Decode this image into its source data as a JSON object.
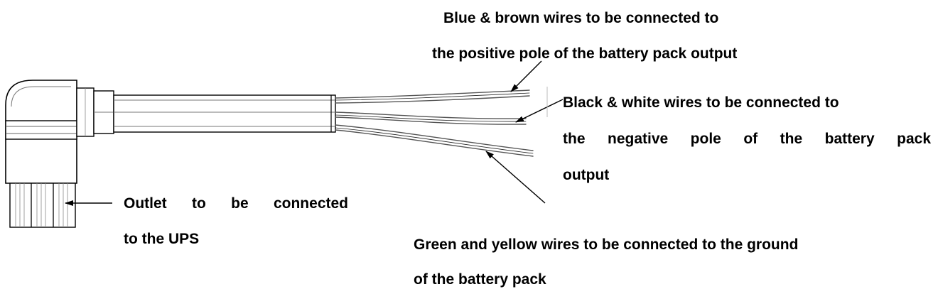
{
  "labels": {
    "blue_brown_line1": "Blue & brown wires to be connected to",
    "blue_brown_line2": "the positive pole of the battery pack output",
    "black_white_line1": "Black & white wires to be connected to",
    "black_white_line2": "the negative pole of the battery pack",
    "black_white_line3": "output",
    "outlet_line1": "Outlet to be connected",
    "outlet_line2": "to the UPS",
    "green_yellow_line1": "Green and yellow wires to be connected to the ground",
    "green_yellow_line2": "of the battery pack"
  },
  "colors": {
    "line": "#000000",
    "fill": "#ffffff",
    "wire_stroke": "#555555",
    "background": "#ffffff"
  }
}
